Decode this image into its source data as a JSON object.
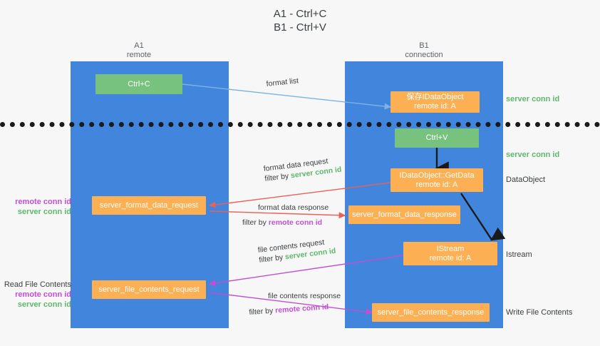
{
  "title": "A1 - Ctrl+C\nB1 - Ctrl+V",
  "columns": {
    "left": "A1\nremote",
    "right": "B1\nconnection"
  },
  "colors": {
    "lane": "#4285dc",
    "green_node": "#78c27f",
    "orange_node": "#fcb053",
    "server_conn_id": "#5eb86c",
    "remote_conn_id": "#c14fd4",
    "arrow_blue": "#7ab3e0",
    "arrow_red": "#e8615a",
    "arrow_magenta": "#c14fd4",
    "arrow_black": "#1a1a1a",
    "divider": "#1a1a1a",
    "background": "#f7f7f7"
  },
  "nodes": {
    "ctrl_c": "Ctrl+C",
    "save_idataobject": "保存IDataObject\nremote id: A",
    "ctrl_v": "Ctrl+V",
    "get_data": "IDataObject::GetData\nremote id: A",
    "format_data_request": "server_format_data_request",
    "format_data_response": "server_format_data_response",
    "istream": "IStream\nremote id: A",
    "file_contents_request": "server_file_contents_request",
    "file_contents_response": "server_file_contents_response"
  },
  "right_labels": {
    "server_conn_id_top": "server conn id",
    "server_conn_id_mid": "server conn id",
    "dataobject": "DataObject",
    "istream": "Istream",
    "write_file_contents": "Write File Contents"
  },
  "left_labels": {
    "format_block": {
      "remote": "remote conn id",
      "server": "server conn id"
    },
    "file_block": {
      "heading": "Read File Contents",
      "remote": "remote conn id",
      "server": "server conn id"
    }
  },
  "annotations": {
    "format_list": "format list",
    "format_data_request": {
      "line1": "format data request",
      "line2_prefix": "filter by ",
      "line2_key": "server conn id"
    },
    "format_data_response": {
      "line1": "format data response",
      "line2_prefix": "filter by ",
      "line2_key": "remote conn id"
    },
    "file_contents_request": {
      "line1": "file contents request",
      "line2_prefix": "filter by ",
      "line2_key": "server conn id"
    },
    "file_contents_response": {
      "line1": "file contents response",
      "line2_prefix": "filter by ",
      "line2_key": "remote conn id"
    }
  }
}
